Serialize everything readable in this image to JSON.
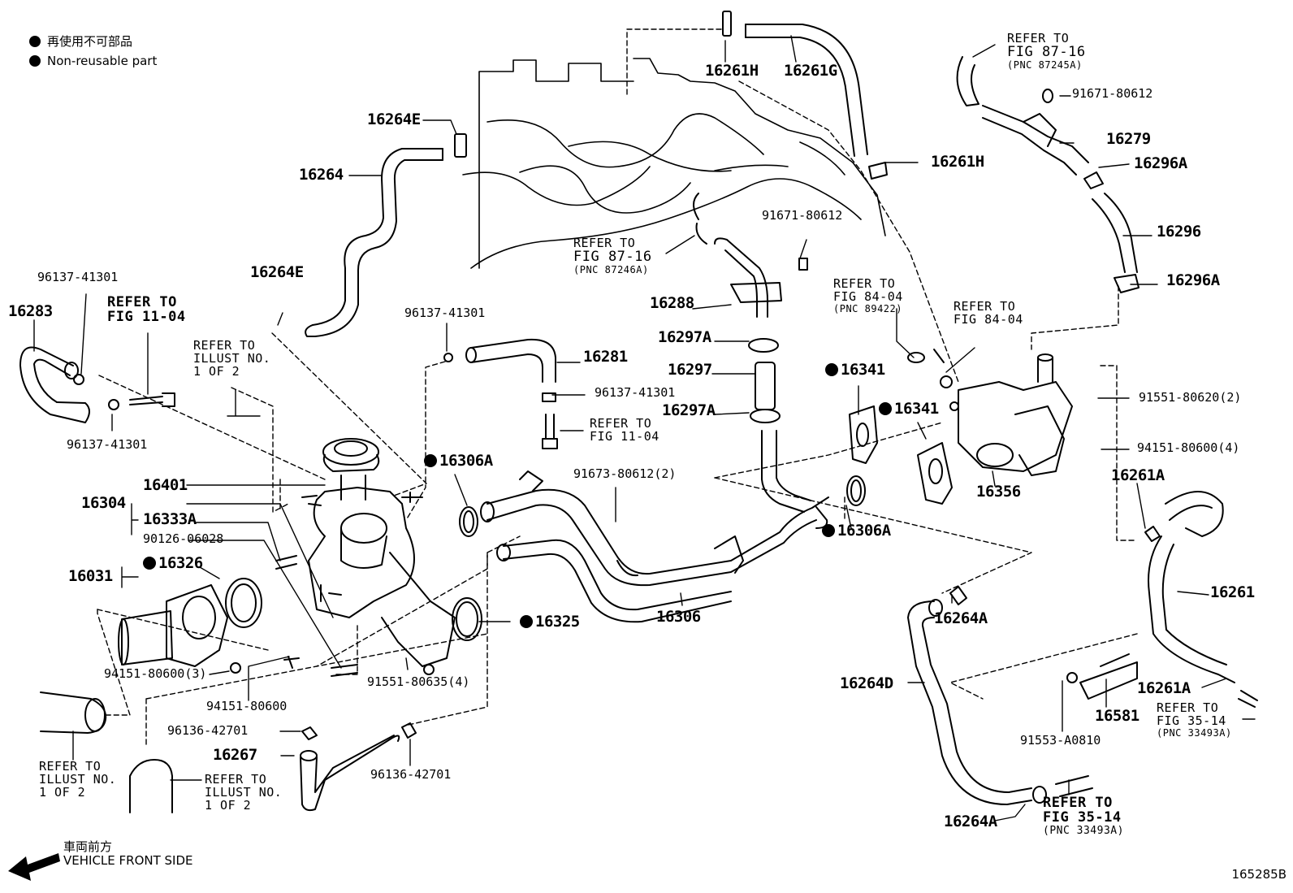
{
  "legend": {
    "jp": "再使用不可部品",
    "en": "Non-reusable part"
  },
  "footer": {
    "direction_jp": "車両前方",
    "direction_en": "VEHICLE FRONT SIDE",
    "figure_id": "165285B"
  },
  "labels": [
    {
      "id": "p16261H_top",
      "text": "16261H"
    },
    {
      "id": "p16261G",
      "text": "16261G"
    },
    {
      "id": "p16264E_top",
      "text": "16264E"
    },
    {
      "id": "p16264",
      "text": "16264"
    },
    {
      "id": "p16261H_mid",
      "text": "16261H"
    },
    {
      "id": "p91671_top",
      "text": "91671-80612"
    },
    {
      "id": "p16279",
      "text": "16279"
    },
    {
      "id": "p16296A_top",
      "text": "16296A"
    },
    {
      "id": "p16296",
      "text": "16296"
    },
    {
      "id": "p16296A_bot",
      "text": "16296A"
    },
    {
      "id": "p91671_mid",
      "text": "91671-80612"
    },
    {
      "id": "p16288",
      "text": "16288"
    },
    {
      "id": "p16297A_top",
      "text": "16297A"
    },
    {
      "id": "p16297",
      "text": "16297"
    },
    {
      "id": "p16297A_bot",
      "text": "16297A"
    },
    {
      "id": "p16264E_mid",
      "text": "16264E"
    },
    {
      "id": "p96137_a",
      "text": "96137-41301"
    },
    {
      "id": "p16283",
      "text": "16283"
    },
    {
      "id": "p96137_b",
      "text": "96137-41301"
    },
    {
      "id": "p96137_c",
      "text": "96137-41301"
    },
    {
      "id": "p16281",
      "text": "16281"
    },
    {
      "id": "p96137_d",
      "text": "96137-41301"
    },
    {
      "id": "p16341_a",
      "text": "16341",
      "dot": true
    },
    {
      "id": "p16341_b",
      "text": "16341",
      "dot": true
    },
    {
      "id": "p91551_620",
      "text": "91551-80620(2)"
    },
    {
      "id": "p94151_600_4",
      "text": "94151-80600(4)"
    },
    {
      "id": "p16356",
      "text": "16356"
    },
    {
      "id": "p16261A_top",
      "text": "16261A"
    },
    {
      "id": "p16306A_a",
      "text": "16306A",
      "dot": true
    },
    {
      "id": "p91673",
      "text": "91673-80612(2)"
    },
    {
      "id": "p16306A_b",
      "text": "16306A",
      "dot": true
    },
    {
      "id": "p16401",
      "text": "16401"
    },
    {
      "id": "p16304",
      "text": "16304"
    },
    {
      "id": "p16333A",
      "text": "16333A"
    },
    {
      "id": "p90126",
      "text": "90126-06028"
    },
    {
      "id": "p16031",
      "text": "16031"
    },
    {
      "id": "p16326",
      "text": "16326",
      "dot": true
    },
    {
      "id": "p16325",
      "text": "16325",
      "dot": true
    },
    {
      "id": "p16306",
      "text": "16306"
    },
    {
      "id": "p16264A_top",
      "text": "16264A"
    },
    {
      "id": "p16261",
      "text": "16261"
    },
    {
      "id": "p94151_600_3",
      "text": "94151-80600(3)"
    },
    {
      "id": "p91551_635",
      "text": "91551-80635(4)"
    },
    {
      "id": "p94151_600",
      "text": "94151-80600"
    },
    {
      "id": "p16264D",
      "text": "16264D"
    },
    {
      "id": "p16261A_bot",
      "text": "16261A"
    },
    {
      "id": "p16581",
      "text": "16581"
    },
    {
      "id": "p96136_a",
      "text": "96136-42701"
    },
    {
      "id": "p16267",
      "text": "16267"
    },
    {
      "id": "p96136_b",
      "text": "96136-42701"
    },
    {
      "id": "p91553",
      "text": "91553-A0810"
    },
    {
      "id": "p16264A_bot",
      "text": "16264A"
    }
  ],
  "refs": [
    {
      "id": "r_fig87_16_a",
      "lines": [
        "REFER TO",
        "FIG 87-16",
        "(PNC 87245A)"
      ]
    },
    {
      "id": "r_fig87_16_b",
      "lines": [
        "REFER TO",
        "FIG 87-16",
        "(PNC 87246A)"
      ]
    },
    {
      "id": "r_fig11_04_a",
      "lines": [
        "REFER TO",
        "FIG 11-04"
      ]
    },
    {
      "id": "r_illust_a",
      "lines": [
        "REFER TO",
        "ILLUST NO.",
        "1 OF 2"
      ]
    },
    {
      "id": "r_fig84_04_a",
      "lines": [
        "REFER TO",
        "FIG 84-04",
        "(PNC 89422)"
      ]
    },
    {
      "id": "r_fig84_04_b",
      "lines": [
        "REFER TO",
        "FIG 84-04"
      ]
    },
    {
      "id": "r_fig11_04_b",
      "lines": [
        "REFER TO",
        "FIG 11-04"
      ]
    },
    {
      "id": "r_fig35_14_a",
      "lines": [
        "REFER TO",
        "FIG 35-14",
        "(PNC 33493A)"
      ]
    },
    {
      "id": "r_illust_b",
      "lines": [
        "REFER TO",
        "ILLUST NO.",
        "1 OF 2"
      ]
    },
    {
      "id": "r_illust_c",
      "lines": [
        "REFER TO",
        "ILLUST NO.",
        "1 OF 2"
      ]
    },
    {
      "id": "r_fig35_14_b",
      "lines": [
        "REFER TO",
        "FIG 35-14",
        "(PNC 33493A)"
      ]
    }
  ]
}
